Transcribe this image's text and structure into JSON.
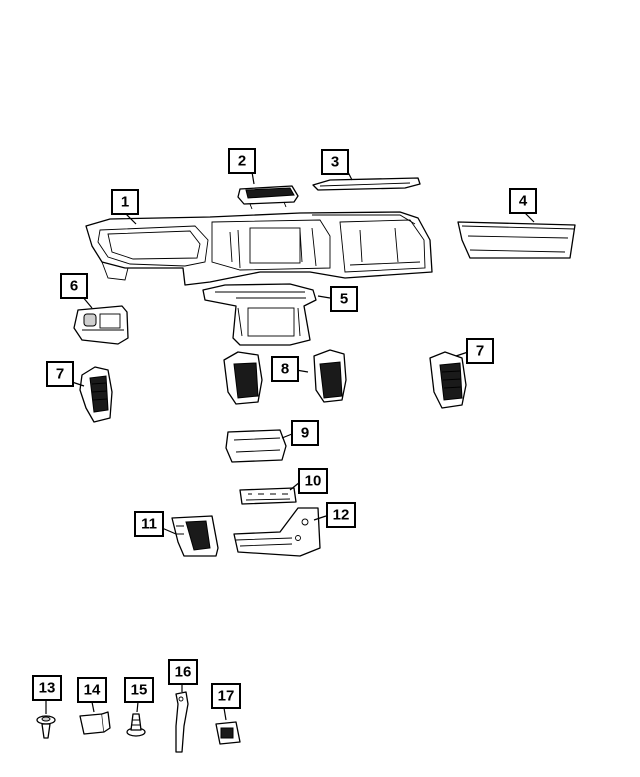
{
  "callouts": [
    {
      "id": "1",
      "label": "1"
    },
    {
      "id": "2",
      "label": "2"
    },
    {
      "id": "3",
      "label": "3"
    },
    {
      "id": "4",
      "label": "4"
    },
    {
      "id": "5",
      "label": "5"
    },
    {
      "id": "6",
      "label": "6"
    },
    {
      "id": "7a",
      "label": "7"
    },
    {
      "id": "7b",
      "label": "7"
    },
    {
      "id": "8",
      "label": "8"
    },
    {
      "id": "9",
      "label": "9"
    },
    {
      "id": "10",
      "label": "10"
    },
    {
      "id": "11",
      "label": "11"
    },
    {
      "id": "12",
      "label": "12"
    },
    {
      "id": "13",
      "label": "13"
    },
    {
      "id": "14",
      "label": "14"
    },
    {
      "id": "15",
      "label": "15"
    },
    {
      "id": "16",
      "label": "16"
    },
    {
      "id": "17",
      "label": "17"
    }
  ]
}
